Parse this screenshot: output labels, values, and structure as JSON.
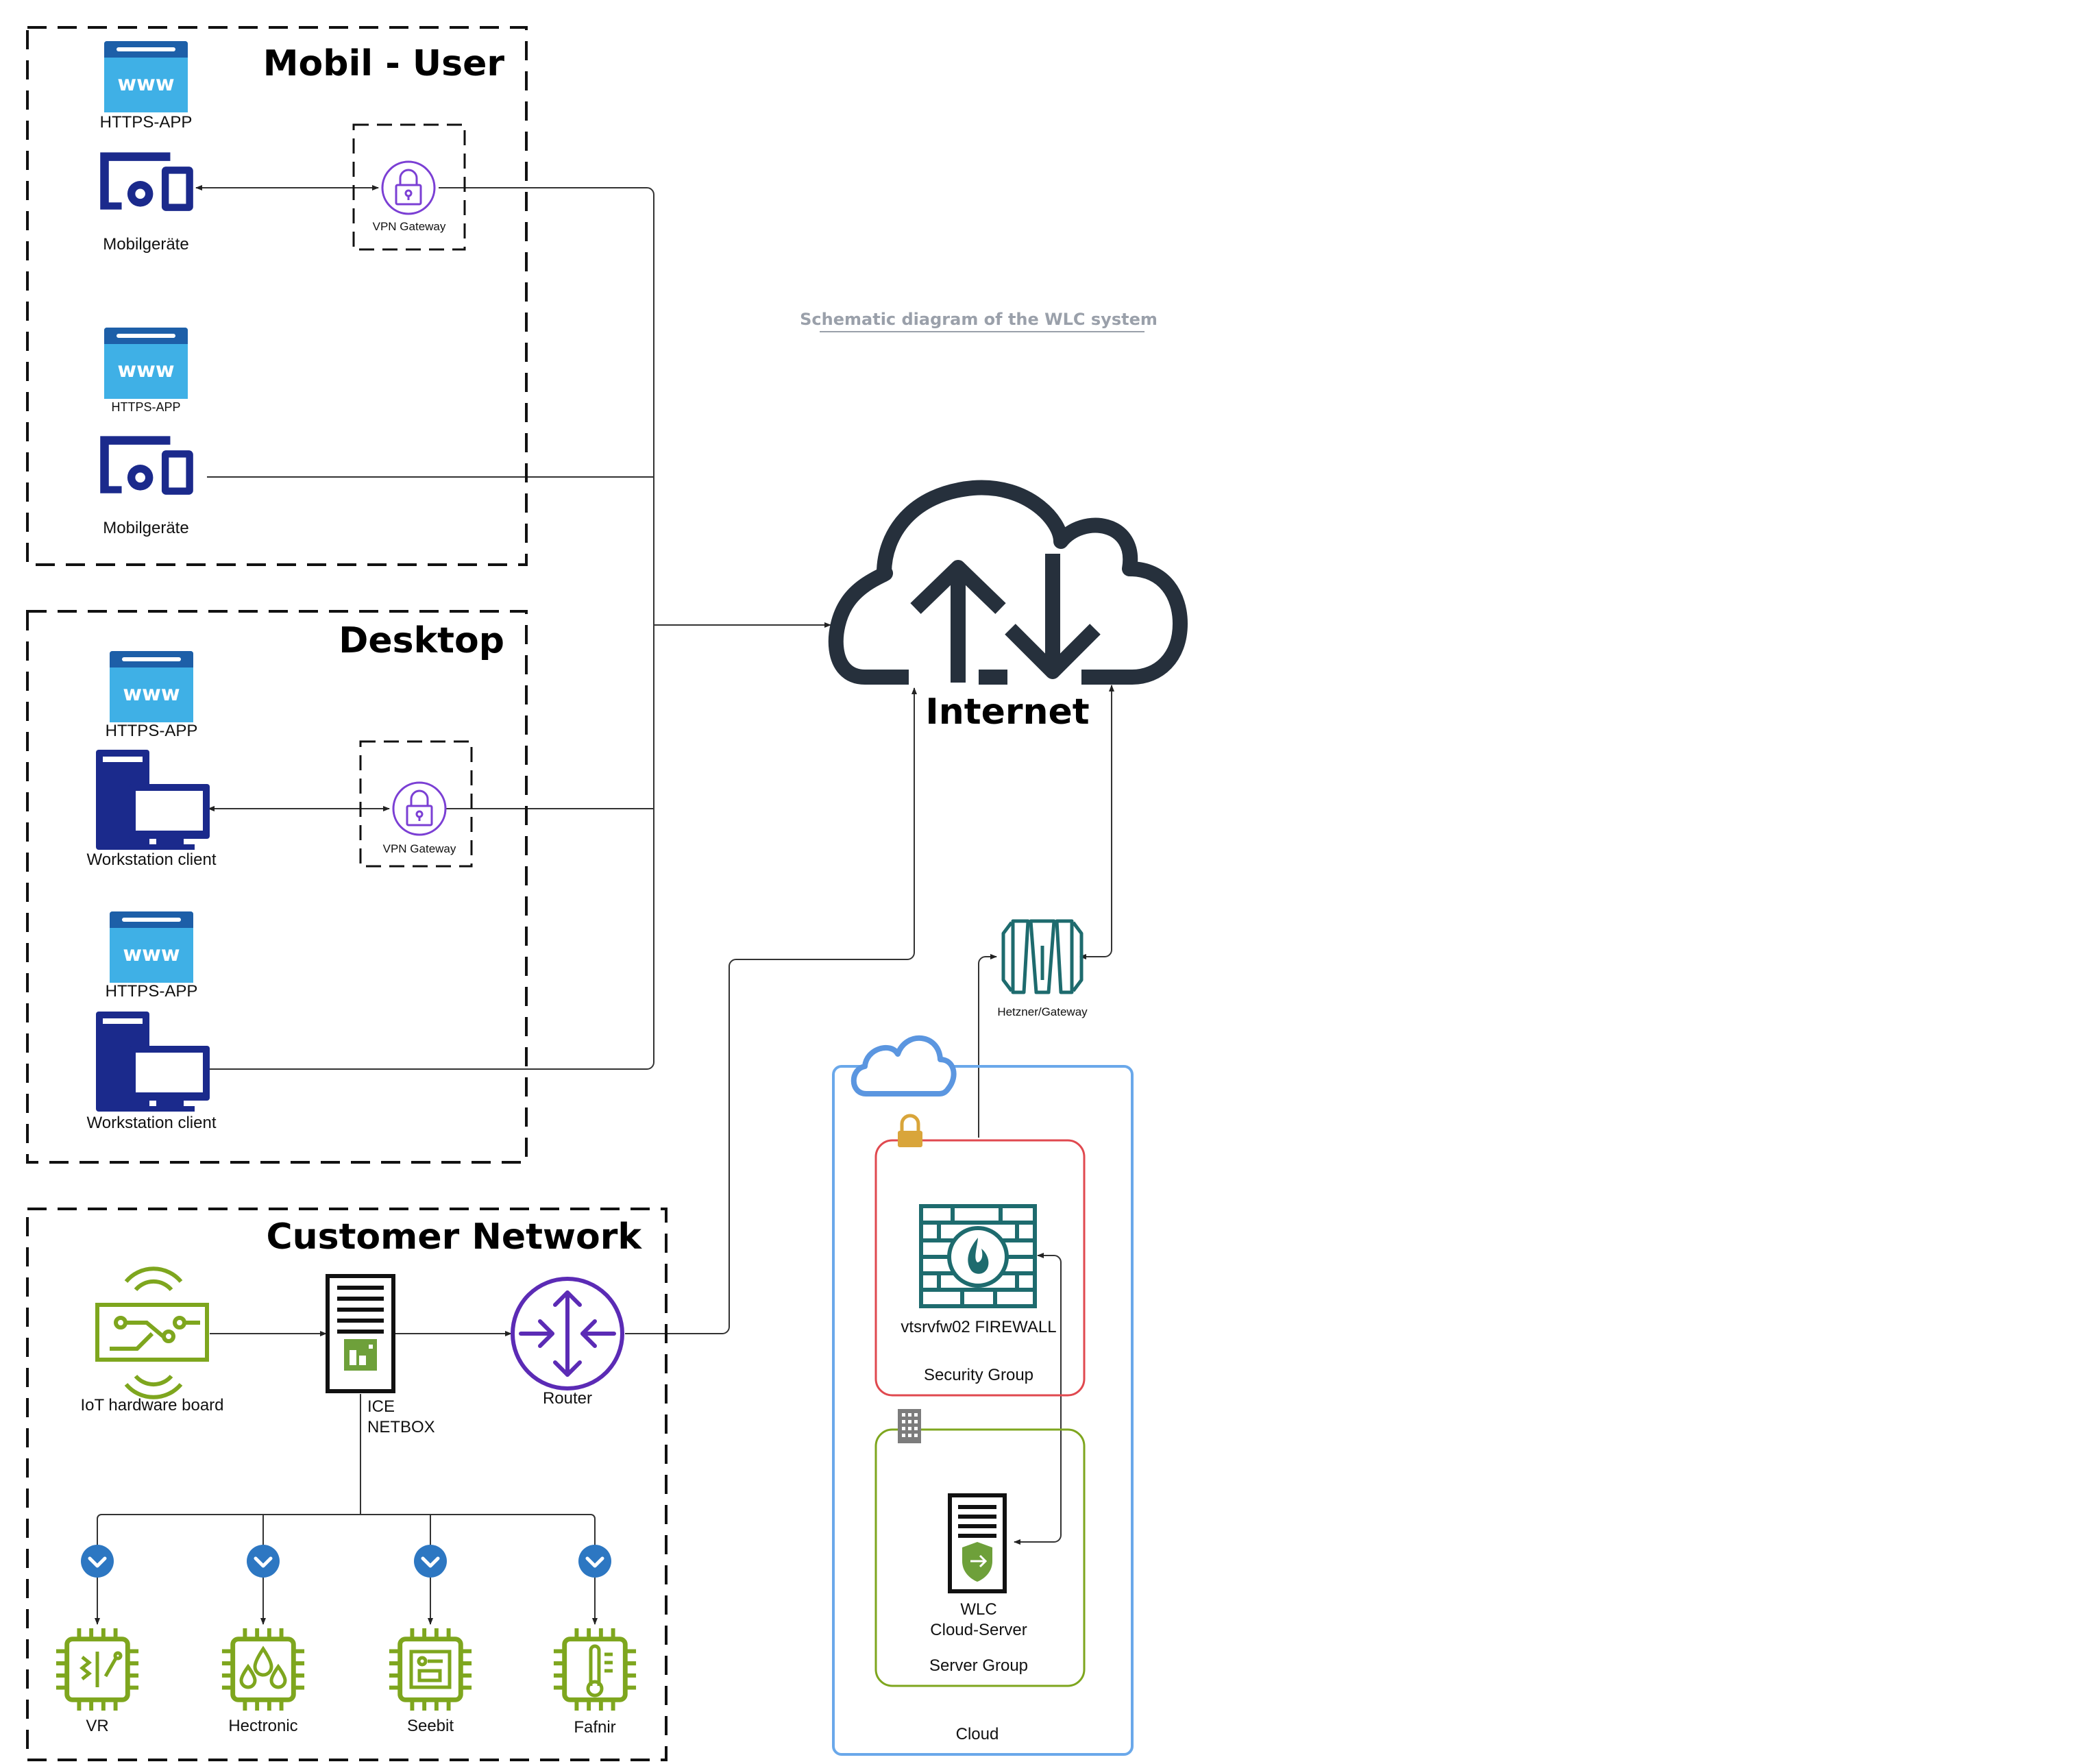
{
  "diagram": {
    "title": "Schematic diagram of the WLC system",
    "internet_label": "Internet",
    "groups": {
      "mobil_user": "Mobil - User",
      "desktop": "Desktop",
      "customer_network": "Customer Network"
    },
    "mobil": {
      "app1": "HTTPS-APP",
      "device1": "Mobilgeräte",
      "app2": "HTTPS-APP",
      "device2": "Mobilgeräte",
      "vpn": "VPN Gateway"
    },
    "desktop": {
      "app1": "HTTPS-APP",
      "client1": "Workstation client",
      "app2": "HTTPS-APP",
      "client2": "Workstation client",
      "vpn": "VPN Gateway"
    },
    "customer": {
      "iot": "IoT hardware board",
      "netbox_line1": "ICE",
      "netbox_line2": "NETBOX",
      "router": "Router",
      "sensors": [
        "VR",
        "Hectronic",
        "Seebit",
        "Fafnir"
      ]
    },
    "cloud": {
      "gateway": "Hetzner/Gateway",
      "firewall": "vtsrvfw02 FIREWALL",
      "security_group": "Security Group",
      "server_line1": "WLC",
      "server_line2": "Cloud-Server",
      "server_group": "Server Group",
      "cloud_label": "Cloud"
    },
    "colors": {
      "navy": "#1b2a8c",
      "www_blue": "#2f8fd0",
      "purple": "#5b2bb5",
      "green": "#7ea61e",
      "teal": "#1e6b6e",
      "cloud_blue": "#5b96e0",
      "red": "#e0494f",
      "gold": "#d9a53a"
    },
    "icons": [
      "www-icon",
      "mobile-device-icon",
      "lock-icon",
      "workstation-icon",
      "iot-board-icon",
      "server-icon",
      "router-icon",
      "chevron-down-icon",
      "chip-icon",
      "cloud-updown-icon",
      "gateway-icon",
      "firewall-icon",
      "shield-server-icon",
      "cloud-icon",
      "padlock-icon",
      "building-icon"
    ]
  }
}
